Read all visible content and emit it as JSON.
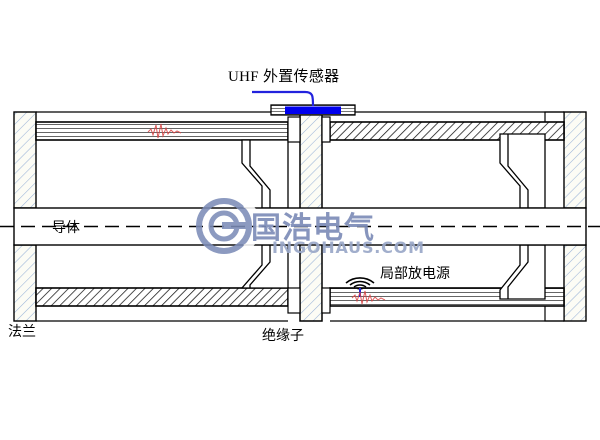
{
  "diagram": {
    "title_labels": {
      "uhf_sensor": "UHF 外置传感器",
      "conductor": "导体",
      "flange": "法兰",
      "insulator": "绝缘子",
      "partial_discharge_source": "局部放电源"
    },
    "watermark": {
      "brand_cn": "国浩电气",
      "brand_url": "INGOHAUS.COM",
      "color": "#7d8db8",
      "logo_icon": "circle-e-logo-icon"
    },
    "colors": {
      "outline": "#000000",
      "sensor_blue": "#0000ee",
      "cable_blue": "#2222dd",
      "flange_hatch": "#9ab4d8",
      "flange_fill": "#fbfbf4",
      "insulator_hatch": "#9ab4d8",
      "wall_hatch": "#000000",
      "discharge_red": "#d94040",
      "wifi_icon": "#000000",
      "wifi_stem": "#2222dd"
    },
    "icons": {
      "radiation": "wifi-waves-icon",
      "discharge_waveform": "discharge-waveform-icon"
    },
    "parts": [
      {
        "name": "left-flange",
        "label": "法兰"
      },
      {
        "name": "right-flange",
        "label": "法兰"
      },
      {
        "name": "center-insulator",
        "label": "绝缘子"
      },
      {
        "name": "center-conductor",
        "label": "导体"
      },
      {
        "name": "uhf-external-sensor",
        "label": "UHF 外置传感器"
      },
      {
        "name": "partial-discharge-source",
        "label": "局部放电源"
      }
    ]
  }
}
